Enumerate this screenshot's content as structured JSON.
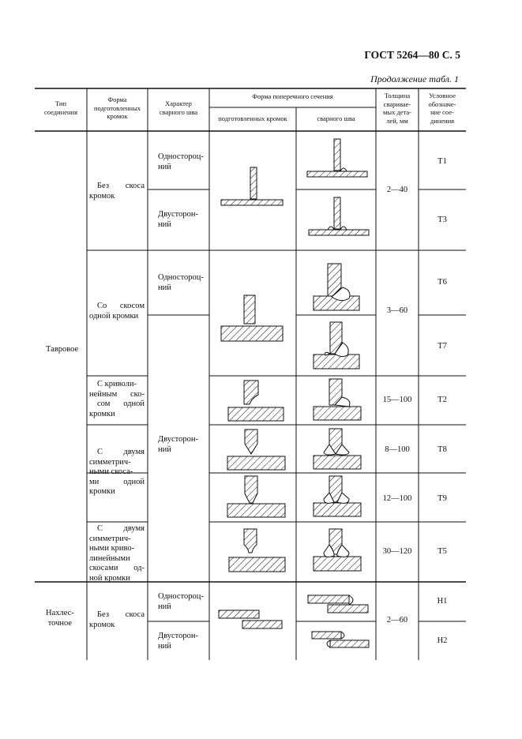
{
  "header": {
    "standard": "ГОСТ 5264—80 С. 5",
    "continuation": "Продолжение табл. 1"
  },
  "columns": {
    "joint_type": [
      "Тип",
      "соединения"
    ],
    "edge_shape": [
      "Форма",
      "подготовленных",
      "кромок"
    ],
    "weld_nature": [
      "Характер",
      "сварного шва"
    ],
    "cross_section": "Форма поперечного сечения",
    "prepared_edges": "подготовленных кромок",
    "weld": "сварного шва",
    "thickness": [
      "Толщина",
      "свариваe-",
      "мых дета-",
      "лей, мм"
    ],
    "designation": [
      "Условное",
      "обозначе-",
      "ние сое-",
      "динения"
    ]
  },
  "joint_types": {
    "t_joint": "Тавровое",
    "lap": [
      "Нахлес-",
      "точное"
    ]
  },
  "edge_shapes": {
    "no_bevel": [
      "Без скоса",
      "кромок"
    ],
    "one_bevel": [
      "Со скосом",
      "одной кромки"
    ],
    "curved_bevel": [
      "С криволи-",
      "нейным ско-",
      "сом одной",
      "кромки"
    ],
    "two_sym_bevels": [
      "С двумя",
      "симметрич-",
      "ными скоса-",
      "ми одной",
      "кромки"
    ],
    "two_sym_curved": [
      "С двумя",
      "симметрич-",
      "ными криво-",
      "линейными",
      "скосами од-",
      "ной кромки"
    ],
    "lap_no_bevel": [
      "Без скоса",
      "кромок"
    ]
  },
  "weld_natures": {
    "one_sided": [
      "Одностороц-",
      "ний"
    ],
    "two_sided": [
      "Двусторон-",
      "ний"
    ]
  },
  "thickness_values": {
    "r1": "2—40",
    "r2": "3—60",
    "r3": "15—100",
    "r4": "8—100",
    "r5": "12—100",
    "r6": "30—120",
    "r7": "2—60"
  },
  "designations": [
    "Т1",
    "Т3",
    "Т6",
    "Т7",
    "Т2",
    "Т8",
    "Т9",
    "Т5",
    "Н1",
    "Н2"
  ]
}
